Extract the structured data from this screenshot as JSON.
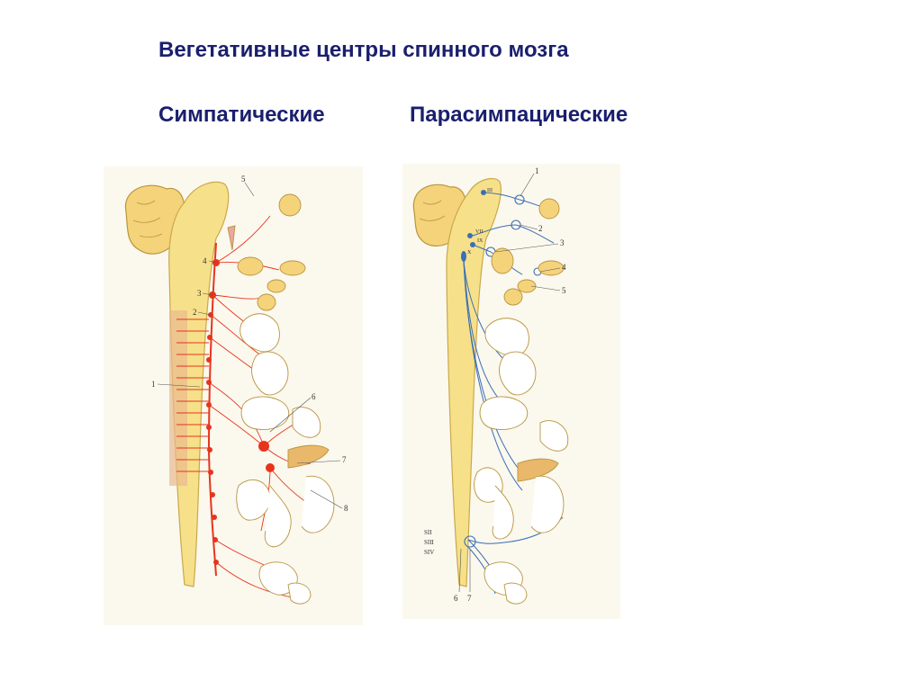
{
  "slide": {
    "title": "Вегетативные центры спинного мозга",
    "left_heading": "Симпатические",
    "right_heading": "Парасимпацические"
  },
  "sympathetic_figure": {
    "labels": [
      "1",
      "2",
      "3",
      "4",
      "5",
      "6",
      "7",
      "8"
    ],
    "color": "#e8341c"
  },
  "parasympathetic_figure": {
    "labels": [
      "1",
      "2",
      "3",
      "4",
      "5",
      "6",
      "7"
    ],
    "nuclei": [
      "III",
      "VII",
      "IX",
      "X"
    ],
    "sacral": [
      "SII",
      "SIII",
      "SIV"
    ],
    "color": "#3a6fb5"
  },
  "colors": {
    "title": "#1a1f6e",
    "cord": "#f7e08a",
    "cord_outline": "#c9a94a",
    "organ": "#f5d37a",
    "panel_bg": "#fbf8ee"
  }
}
